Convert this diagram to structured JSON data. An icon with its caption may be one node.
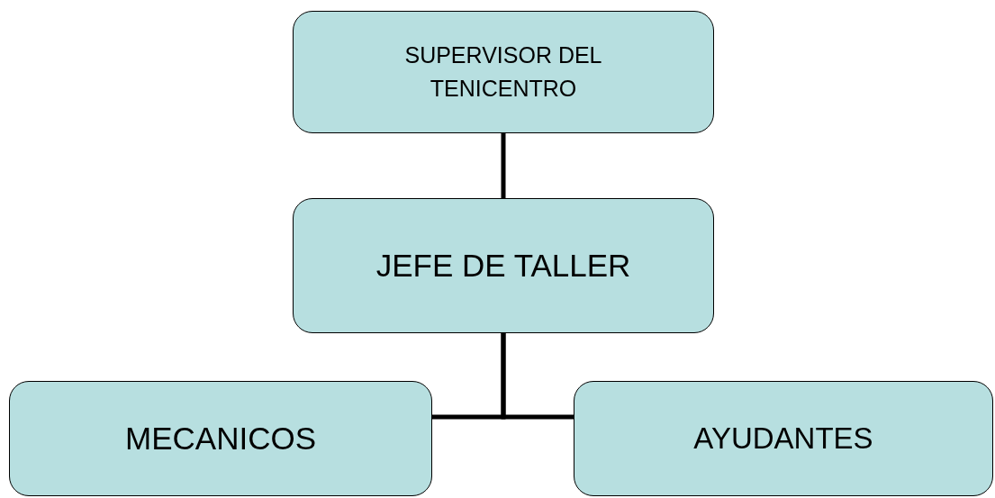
{
  "diagram": {
    "nodes": [
      {
        "text": [
          "SUPERVISOR DEL TENICENTRO"
        ]
      },
      {
        "text": [
          "JEFE DE TALLER"
        ]
      },
      {
        "text": [
          "MECANICOS"
        ]
      },
      {
        "text": [
          "AYUDANTES"
        ]
      }
    ],
    "edges": [
      {
        "from": 0,
        "to": 1,
        "arrow": "none"
      },
      {
        "from": 1,
        "to": 2,
        "arrow": "none"
      },
      {
        "from": 1,
        "to": 3,
        "arrow": "none"
      }
    ]
  }
}
